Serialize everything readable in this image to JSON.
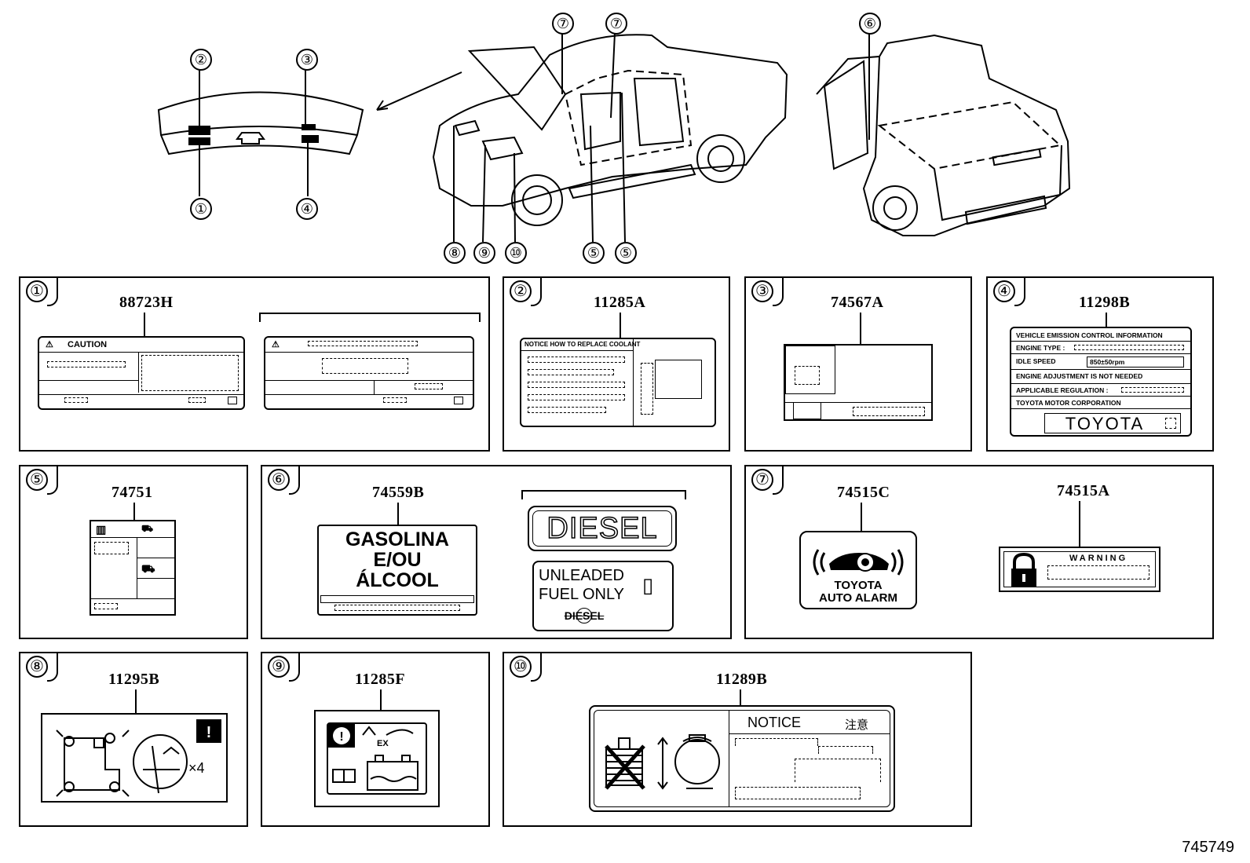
{
  "overview": {
    "callouts_left": [
      "②",
      "③",
      "①",
      "④"
    ],
    "callouts_front": [
      "⑦",
      "⑦",
      "⑧",
      "⑨",
      "⑩",
      "⑤",
      "⑤"
    ],
    "callouts_rear": [
      "⑥"
    ]
  },
  "panels": {
    "p1": {
      "num": "①",
      "part": "88723H",
      "caution": "CAUTION"
    },
    "p2": {
      "num": "②",
      "part": "11285A",
      "hdr": "NOTICE  HOW TO REPLACE COOLANT"
    },
    "p3": {
      "num": "③",
      "part": "74567A"
    },
    "p4": {
      "num": "④",
      "part": "11298B",
      "rows": [
        "VEHICLE EMISSION CONTROL INFORMATION",
        "ENGINE TYPE :",
        "IDLE SPEED",
        "850±50rpm",
        "ENGINE ADJUSTMENT IS NOT NEEDED",
        "APPLICABLE REGULATION :",
        "TOYOTA MOTOR CORPORATION"
      ],
      "brand": "TOYOTA"
    },
    "p5": {
      "num": "⑤",
      "part": "74751"
    },
    "p6": {
      "num": "⑥",
      "part": "74559B",
      "fuel_lines": [
        "GASOLINA",
        "E/OU",
        "ÁLCOOL"
      ],
      "diesel": "DIESEL",
      "unleaded": [
        "UNLEADED",
        "FUEL ONLY"
      ],
      "crossed": "DIESEL"
    },
    "p7": {
      "num": "⑦",
      "part_a": "74515C",
      "part_b": "74515A",
      "alarm": [
        "TOYOTA",
        "AUTO ALARM"
      ],
      "warning": "WARNING"
    },
    "p8": {
      "num": "⑧",
      "part": "11295B",
      "mult": "×4"
    },
    "p9": {
      "num": "⑨",
      "part": "11285F"
    },
    "p10": {
      "num": "⑩",
      "part": "11289B",
      "notice": "NOTICE",
      "notice_jp": "注意"
    }
  },
  "diagram_id": "745749"
}
